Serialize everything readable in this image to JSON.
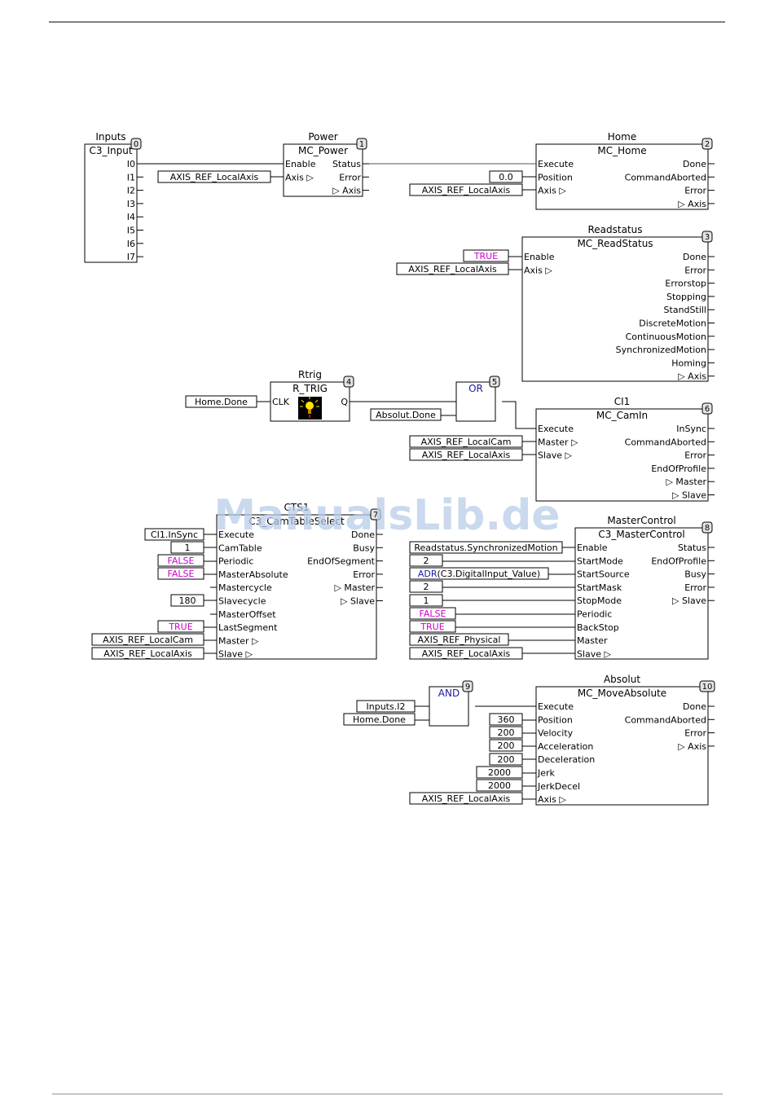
{
  "watermark": "ManualsLib.de",
  "colors": {
    "line": "#000000",
    "truefalse": "#cc00cc",
    "keyword": "#1a1aa0",
    "wire": "#555555",
    "rule": "#888888",
    "watermark": "#b9cde8"
  },
  "blocks": [
    {
      "id": "inputs",
      "instance": "Inputs",
      "type": "C3_Input",
      "num": "0",
      "left": [],
      "right": [
        "I0",
        "I1",
        "I2",
        "I3",
        "I4",
        "I5",
        "I6",
        "I7"
      ]
    },
    {
      "id": "power",
      "instance": "Power",
      "type": "MC_Power",
      "num": "1",
      "left": [
        "Enable",
        "Axis ▷"
      ],
      "right": [
        "Status",
        "Error",
        "▷ Axis"
      ]
    },
    {
      "id": "home",
      "instance": "Home",
      "type": "MC_Home",
      "num": "2",
      "left": [
        "Execute",
        "Position",
        "Axis ▷"
      ],
      "right": [
        "Done",
        "CommandAborted",
        "Error",
        "▷ Axis"
      ]
    },
    {
      "id": "readstatus",
      "instance": "Readstatus",
      "type": "MC_ReadStatus",
      "num": "3",
      "left": [
        "Enable",
        "Axis ▷"
      ],
      "right": [
        "Done",
        "Error",
        "Errorstop",
        "Stopping",
        "StandStill",
        "DiscreteMotion",
        "ContinuousMotion",
        "SynchronizedMotion",
        "Homing",
        "▷ Axis"
      ]
    },
    {
      "id": "rtrig",
      "instance": "Rtrig",
      "type": "R_TRIG",
      "num": "4",
      "left": [
        "CLK"
      ],
      "right": [
        "Q"
      ]
    },
    {
      "id": "or",
      "instance": "",
      "type": "OR",
      "num": "5",
      "left": [],
      "right": []
    },
    {
      "id": "ci1",
      "instance": "CI1",
      "type": "MC_CamIn",
      "num": "6",
      "left": [
        "Execute",
        "Master ▷",
        "Slave ▷"
      ],
      "right": [
        "InSync",
        "CommandAborted",
        "Error",
        "EndOfProfile",
        "▷ Master",
        "▷ Slave"
      ]
    },
    {
      "id": "cts1",
      "instance": "CTS1",
      "type": "C3_CamTableSelect",
      "num": "7",
      "left": [
        "Execute",
        "CamTable",
        "Periodic",
        "MasterAbsolute",
        "Mastercycle",
        "Slavecycle",
        "MasterOffset",
        "LastSegment",
        "Master ▷",
        "Slave ▷"
      ],
      "right": [
        "Done",
        "Busy",
        "EndOfSegment",
        "Error",
        "▷ Master",
        "▷ Slave"
      ]
    },
    {
      "id": "mastercontrol",
      "instance": "MasterControl",
      "type": "C3_MasterControl",
      "num": "8",
      "left": [
        "Enable",
        "StartMode",
        "StartSource",
        "StartMask",
        "StopMode",
        "Periodic",
        "BackStop",
        "Master",
        "Slave ▷"
      ],
      "right": [
        "Status",
        "EndOfProfile",
        "Busy",
        "Error",
        "▷ Slave"
      ]
    },
    {
      "id": "and",
      "instance": "",
      "type": "AND",
      "num": "9",
      "left": [],
      "right": []
    },
    {
      "id": "absolut",
      "instance": "Absolut",
      "type": "MC_MoveAbsolute",
      "num": "10",
      "left": [
        "Execute",
        "Position",
        "Velocity",
        "Acceleration",
        "Deceleration",
        "Jerk",
        "JerkDecel",
        "Axis ▷"
      ],
      "right": [
        "Done",
        "CommandAborted",
        "Error",
        "▷ Axis"
      ]
    }
  ],
  "constants": [
    {
      "id": "power_axis",
      "text": "AXIS_REF_LocalAxis"
    },
    {
      "id": "home_position",
      "text": "0.0"
    },
    {
      "id": "home_axis",
      "text": "AXIS_REF_LocalAxis"
    },
    {
      "id": "rs_enable",
      "text": "TRUE"
    },
    {
      "id": "rs_axis",
      "text": "AXIS_REF_LocalAxis"
    },
    {
      "id": "rtrig_clk",
      "text": "Home.Done"
    },
    {
      "id": "or_in2",
      "text": "Absolut.Done"
    },
    {
      "id": "ci1_master",
      "text": "AXIS_REF_LocalCam"
    },
    {
      "id": "ci1_slave",
      "text": "AXIS_REF_LocalAxis"
    },
    {
      "id": "cts_execute",
      "text": "CI1.InSync"
    },
    {
      "id": "cts_camtable",
      "text": "1"
    },
    {
      "id": "cts_periodic",
      "text": "FALSE"
    },
    {
      "id": "cts_masterabs",
      "text": "FALSE"
    },
    {
      "id": "cts_slavecycle",
      "text": "180"
    },
    {
      "id": "cts_lastseg",
      "text": "TRUE"
    },
    {
      "id": "cts_master",
      "text": "AXIS_REF_LocalCam"
    },
    {
      "id": "cts_slave",
      "text": "AXIS_REF_LocalAxis"
    },
    {
      "id": "mc_enable",
      "text": "Readstatus.SynchronizedMotion"
    },
    {
      "id": "mc_startmode",
      "text": "2"
    },
    {
      "id": "mc_startsource",
      "text": "ADR(C3.DigitalInput_Value)"
    },
    {
      "id": "mc_startmask",
      "text": "2"
    },
    {
      "id": "mc_stopmode",
      "text": "1"
    },
    {
      "id": "mc_periodic",
      "text": "FALSE"
    },
    {
      "id": "mc_backstop",
      "text": "TRUE"
    },
    {
      "id": "mc_master",
      "text": "AXIS_REF_Physical"
    },
    {
      "id": "mc_slave",
      "text": "AXIS_REF_LocalAxis"
    },
    {
      "id": "and_in1",
      "text": "Inputs.I2"
    },
    {
      "id": "and_in2",
      "text": "Home.Done"
    },
    {
      "id": "abs_position",
      "text": "360"
    },
    {
      "id": "abs_velocity",
      "text": "200"
    },
    {
      "id": "abs_accel",
      "text": "200"
    },
    {
      "id": "abs_decel",
      "text": "200"
    },
    {
      "id": "abs_jerk",
      "text": "2000"
    },
    {
      "id": "abs_jerkdecel",
      "text": "2000"
    },
    {
      "id": "abs_axis",
      "text": "AXIS_REF_LocalAxis"
    }
  ]
}
